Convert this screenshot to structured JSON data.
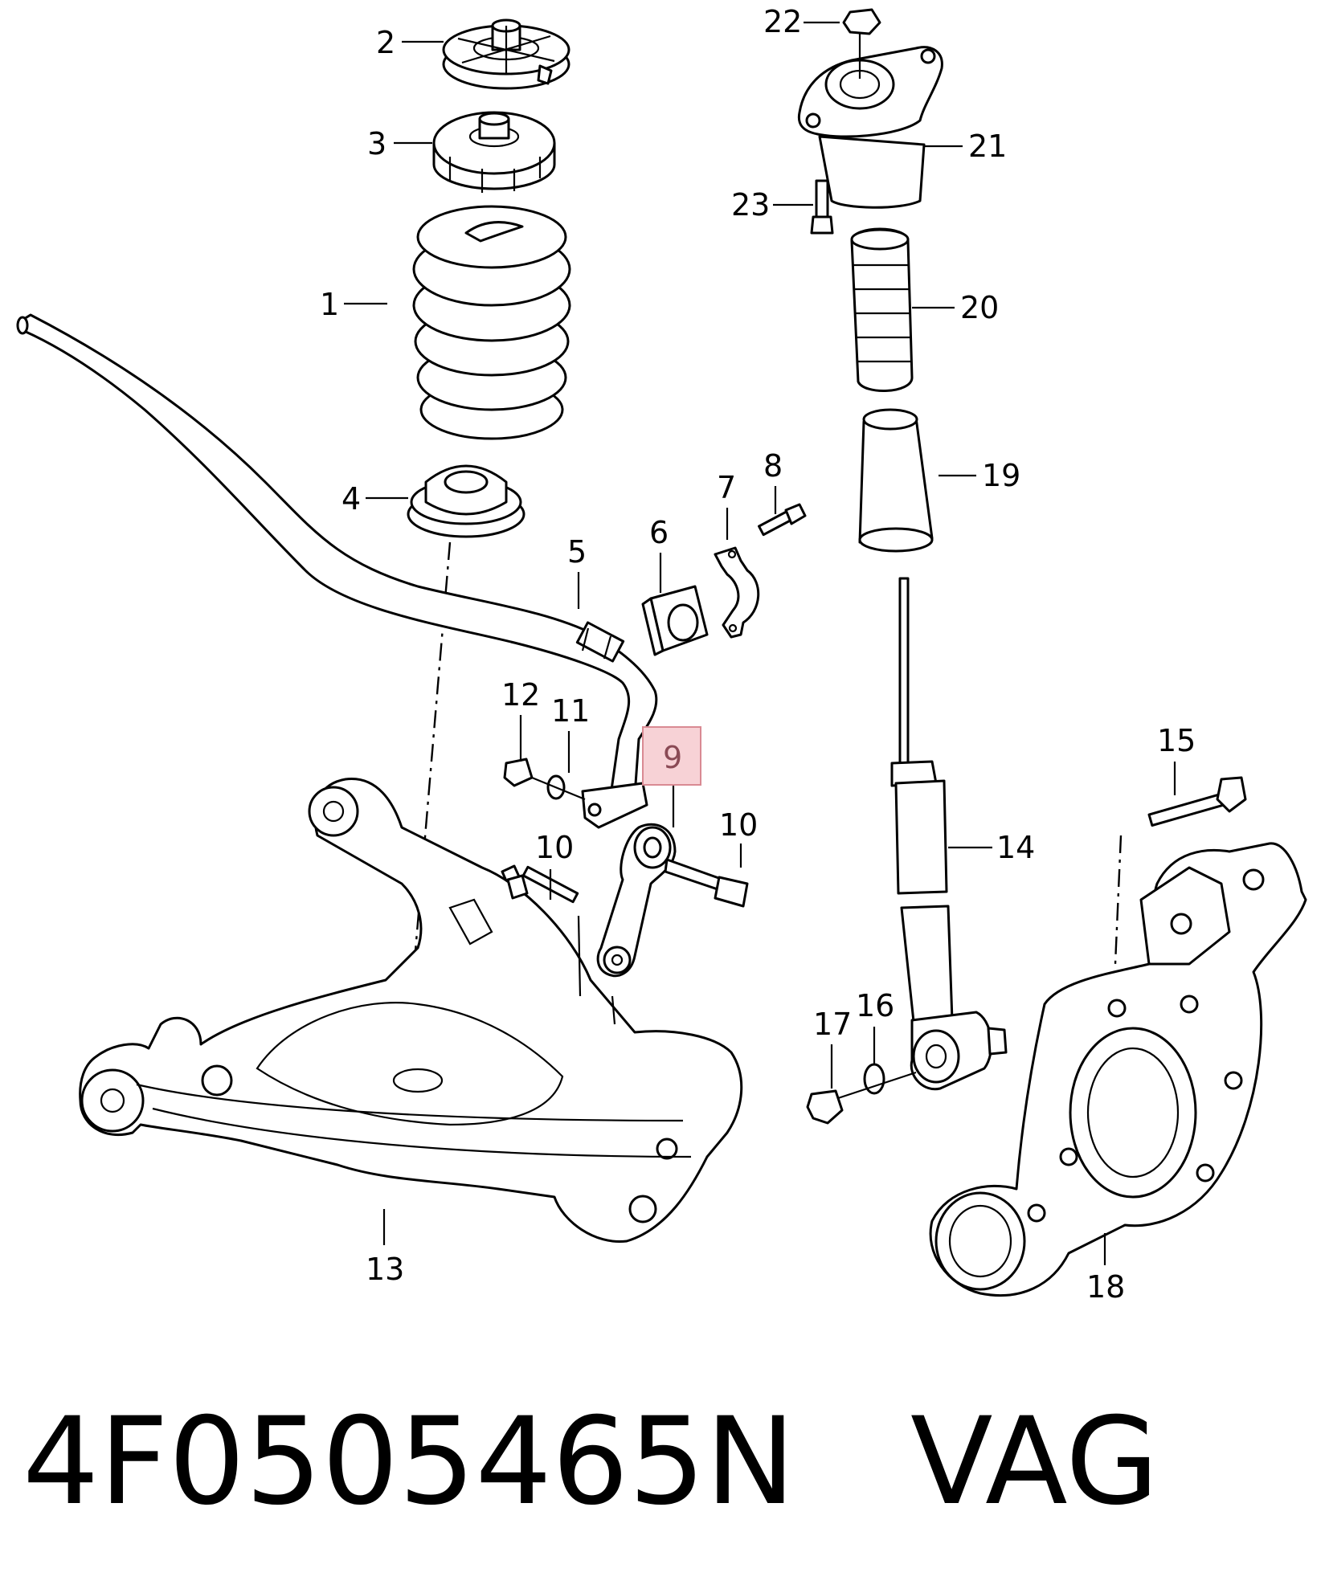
{
  "callouts": {
    "c1": "1",
    "c2": "2",
    "c3": "3",
    "c4": "4",
    "c5": "5",
    "c6": "6",
    "c7": "7",
    "c8": "8",
    "c9": "9",
    "c10a": "10",
    "c10b": "10",
    "c11": "11",
    "c12": "12",
    "c13": "13",
    "c14": "14",
    "c15": "15",
    "c16": "16",
    "c17": "17",
    "c18": "18",
    "c19": "19",
    "c20": "20",
    "c21": "21",
    "c22": "22",
    "c23": "23"
  },
  "highlighted_callout": "9",
  "highlight_color": "#f7d2d6",
  "footer": {
    "part_number": "4F0505465N",
    "brand": "VAG"
  }
}
